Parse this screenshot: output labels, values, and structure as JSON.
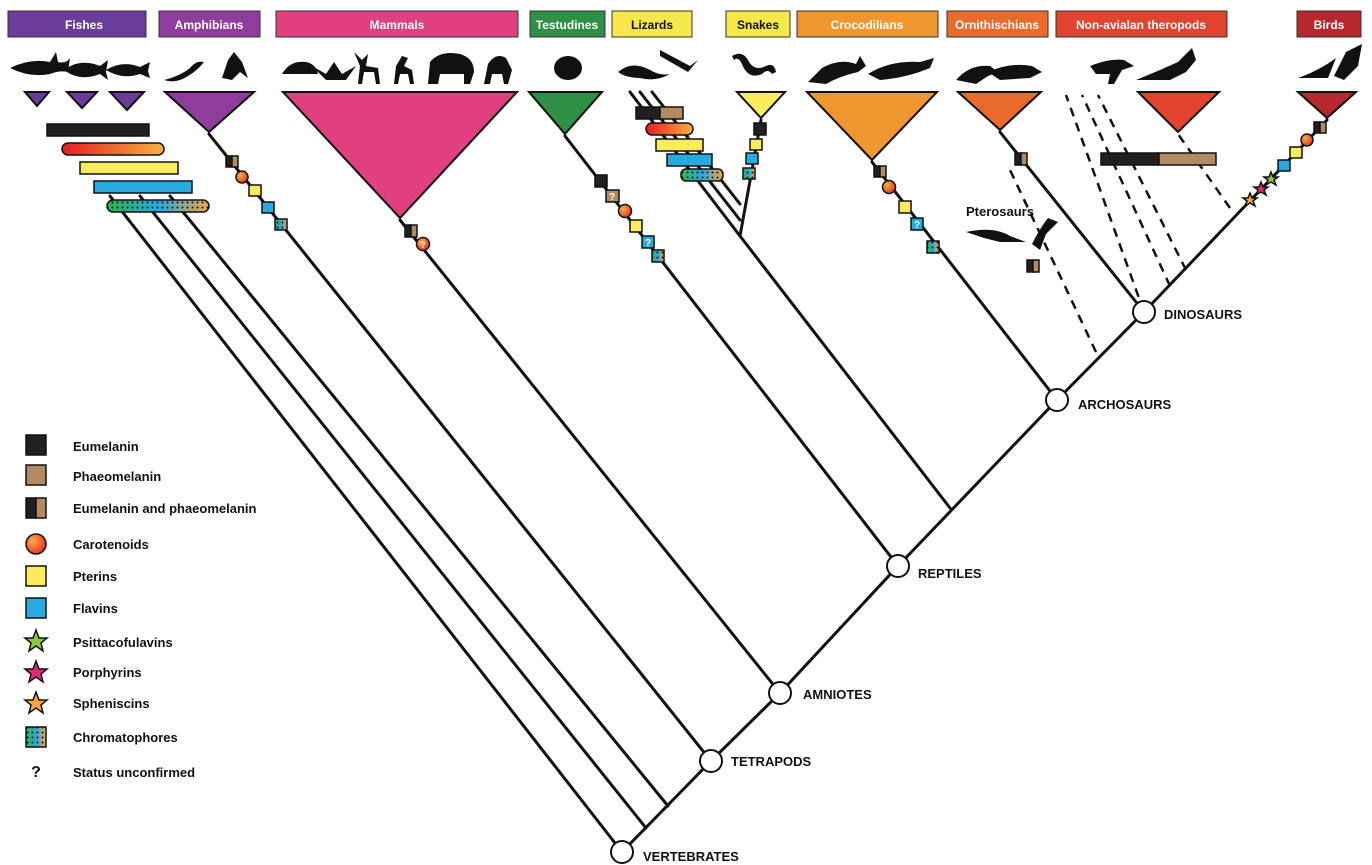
{
  "clades": [
    {
      "name": "Fishes",
      "color": "#6a3d9a"
    },
    {
      "name": "Amphibians",
      "color": "#8e3d9c"
    },
    {
      "name": "Mammals",
      "color": "#e04080"
    },
    {
      "name": "Testudines",
      "color": "#2f8f47"
    },
    {
      "name": "Lizards",
      "color": "#f6e84a"
    },
    {
      "name": "Snakes",
      "color": "#f6e84a"
    },
    {
      "name": "Crocodilians",
      "color": "#f0962e"
    },
    {
      "name": "Ornithischians",
      "color": "#ea6a2c"
    },
    {
      "name": "Non-avialan theropods",
      "color": "#e2432e"
    },
    {
      "name": "Birds",
      "color": "#b7282e"
    }
  ],
  "nodes": {
    "vertebrates": "VERTEBRATES",
    "tetrapods": "TETRAPODS",
    "amniotes": "AMNIOTES",
    "reptiles": "REPTILES",
    "archosaurs": "ARCHOSAURS",
    "dinosaurs": "DINOSAURS",
    "pterosaurs": "Pterosaurs"
  },
  "legend": [
    {
      "key": "eumelanin",
      "label": "Eumelanin",
      "color": "#231f20"
    },
    {
      "key": "phaeomelanin",
      "label": "Phaeomelanin",
      "color": "#b48a62"
    },
    {
      "key": "eu-phaeo",
      "label": "Eumelanin and phaeomelanin",
      "color": "#231f20"
    },
    {
      "key": "carotenoids",
      "label": "Carotenoids",
      "color": "#f05a28"
    },
    {
      "key": "pterins",
      "label": "Pterins",
      "color": "#fbec5d"
    },
    {
      "key": "flavins",
      "label": "Flavins",
      "color": "#27aae1"
    },
    {
      "key": "psittacofulvins",
      "label": "Psittacofulavins",
      "color": "#8dc63f"
    },
    {
      "key": "porphyrins",
      "label": "Porphyrins",
      "color": "#e6287a"
    },
    {
      "key": "spheniscins",
      "label": "Spheniscins",
      "color": "#f7a541"
    },
    {
      "key": "chromatophores",
      "label": "Chromatophores",
      "color": "#3aa2a0"
    },
    {
      "key": "unconfirmed",
      "label": "Status unconfirmed",
      "symbol": "?"
    }
  ],
  "question_mark": "?"
}
